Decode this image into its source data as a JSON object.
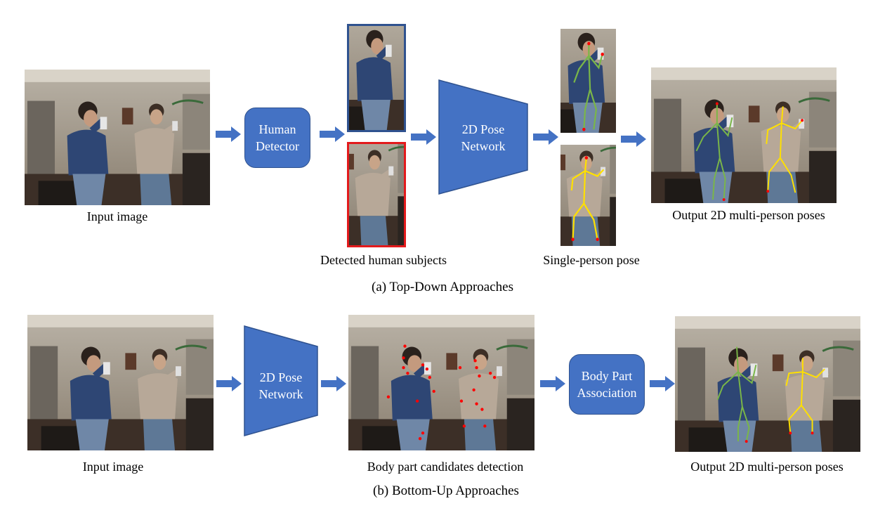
{
  "top": {
    "input_caption": "Input image",
    "detector_label_1": "Human",
    "detector_label_2": "Detector",
    "detected_caption": "Detected human subjects",
    "network_label_1": "2D Pose",
    "network_label_2": "Network",
    "single_caption": "Single-person pose",
    "output_caption": "Output 2D multi-person poses",
    "title": "(a) Top-Down Approaches"
  },
  "bottom": {
    "input_caption": "Input image",
    "network_label_1": "2D Pose",
    "network_label_2": "Network",
    "candidates_caption": "Body part candidates detection",
    "assoc_label_1": "Body Part",
    "assoc_label_2": "Association",
    "output_caption": "Output 2D multi-person poses",
    "title": "(b) Bottom-Up Approaches"
  },
  "colors": {
    "block": "#4472c4",
    "block_border": "#2f528f",
    "crop_blue_border": "#2f528f",
    "crop_red_border": "#e31a1c",
    "skeleton_green": "#7ab648",
    "skeleton_yellow": "#ffe000",
    "keypoint_red": "#ff0000"
  }
}
